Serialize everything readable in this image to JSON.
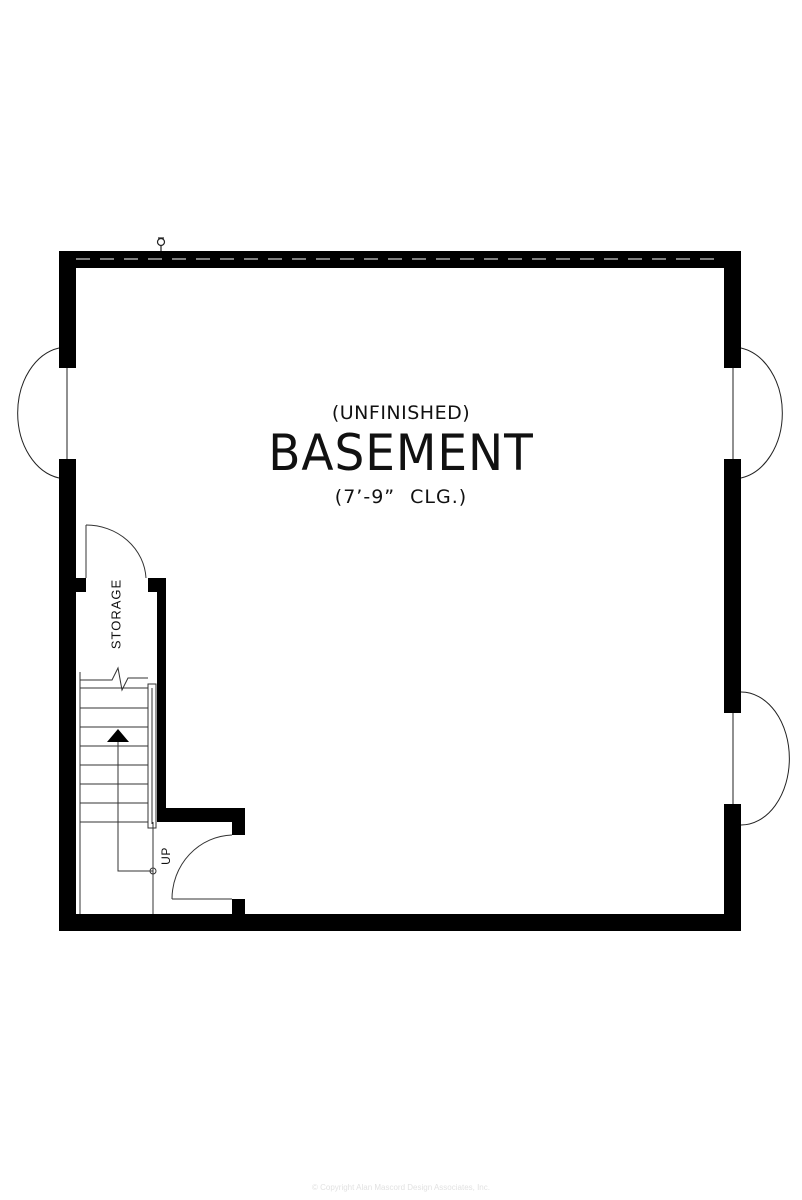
{
  "room": {
    "note": "(UNFINISHED)",
    "name": "BASEMENT",
    "ceiling": "(7’-9”   CLG.)"
  },
  "labels": {
    "storage": "STORAGE",
    "stairs": "UP"
  },
  "footer": {
    "copyright": "© Copyright Alan Mascord Design Associates, Inc."
  },
  "colors": {
    "wall": "#000000",
    "line": "#333333",
    "background": "#ffffff"
  },
  "icons": {
    "stair_arrow": "triangle-up-icon",
    "hose_bib": "hose-bib-icon"
  }
}
